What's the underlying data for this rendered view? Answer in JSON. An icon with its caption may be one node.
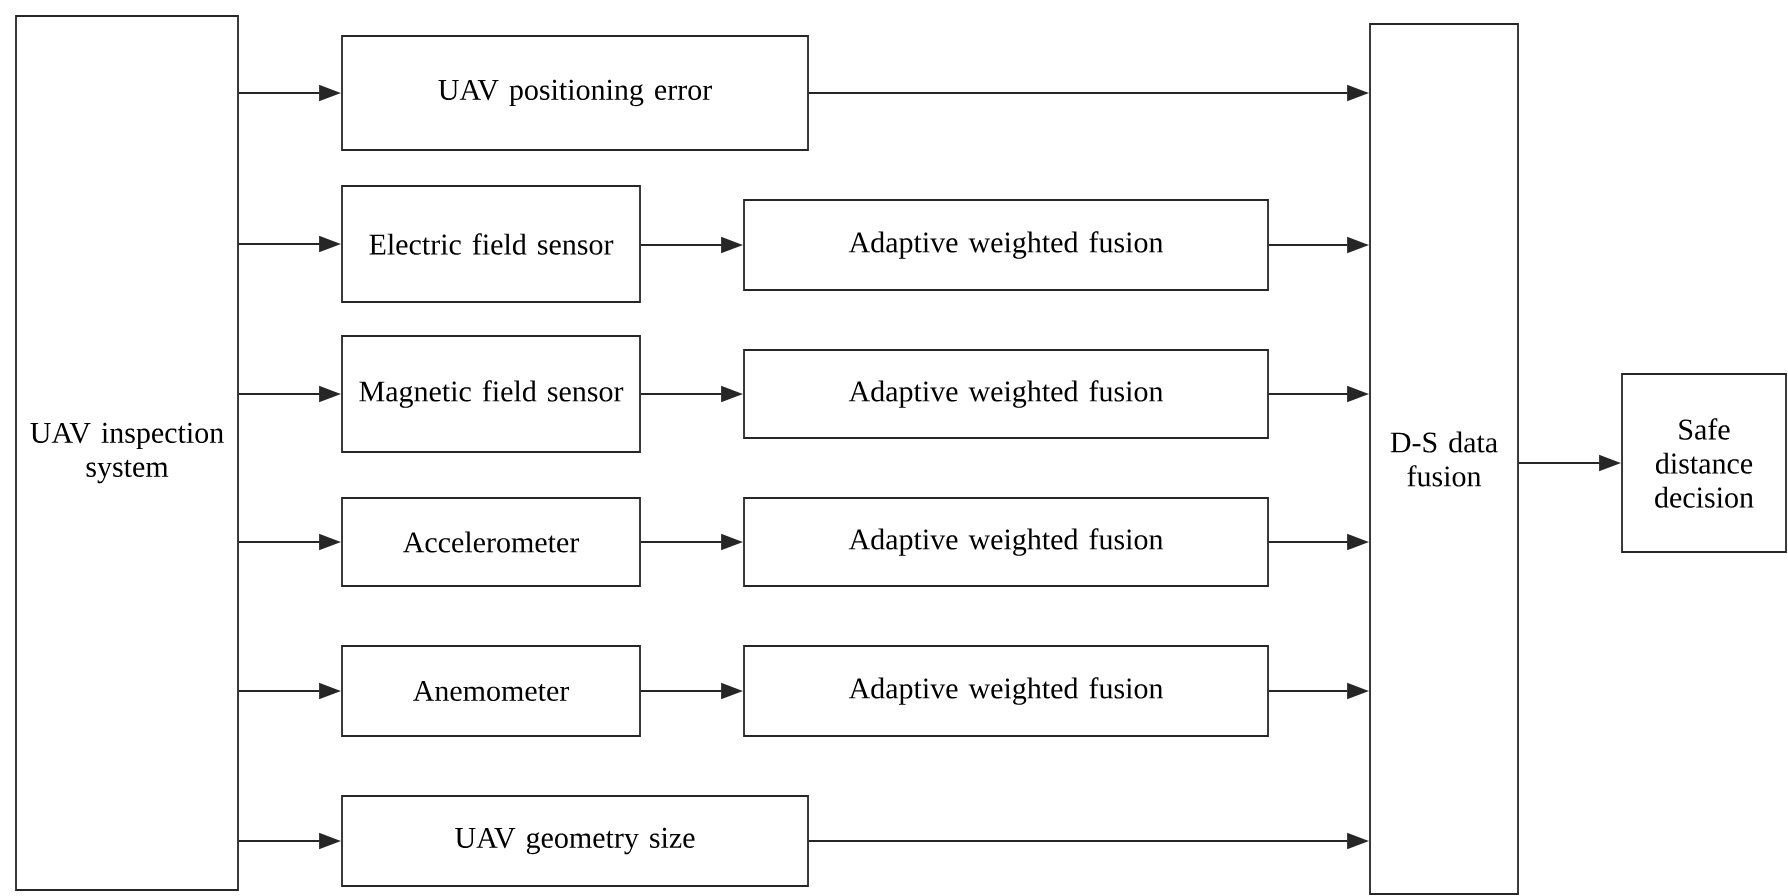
{
  "diagram": {
    "nodes": [
      {
        "text": [
          "UAV inspection system"
        ]
      },
      {
        "text": [
          "UAV positioning error"
        ]
      },
      {
        "text": [
          "Electric field sensor"
        ]
      },
      {
        "text": [
          "Adaptive weighted fusion"
        ]
      },
      {
        "text": [
          "Magnetic field sensor"
        ]
      },
      {
        "text": [
          "Adaptive weighted fusion"
        ]
      },
      {
        "text": [
          "Accelerometer"
        ]
      },
      {
        "text": [
          "Adaptive weighted fusion"
        ]
      },
      {
        "text": [
          "Anemometer"
        ]
      },
      {
        "text": [
          "Adaptive weighted fusion"
        ]
      },
      {
        "text": [
          "UAV geometry size"
        ]
      },
      {
        "text": [
          "D-S data fusion"
        ]
      },
      {
        "text": [
          "Safe distance decision"
        ]
      }
    ],
    "edges": [
      {
        "from": 0,
        "to": 1,
        "arrow": "to"
      },
      {
        "from": 0,
        "to": 2,
        "arrow": "to"
      },
      {
        "from": 2,
        "to": 3,
        "arrow": "to"
      },
      {
        "from": 0,
        "to": 4,
        "arrow": "to"
      },
      {
        "from": 4,
        "to": 5,
        "arrow": "to"
      },
      {
        "from": 0,
        "to": 6,
        "arrow": "to"
      },
      {
        "from": 6,
        "to": 7,
        "arrow": "to"
      },
      {
        "from": 0,
        "to": 8,
        "arrow": "to"
      },
      {
        "from": 8,
        "to": 9,
        "arrow": "to"
      },
      {
        "from": 0,
        "to": 10,
        "arrow": "to"
      },
      {
        "from": 1,
        "to": 11,
        "arrow": "to"
      },
      {
        "from": 3,
        "to": 11,
        "arrow": "to"
      },
      {
        "from": 5,
        "to": 11,
        "arrow": "to"
      },
      {
        "from": 7,
        "to": 11,
        "arrow": "to"
      },
      {
        "from": 9,
        "to": 11,
        "arrow": "to"
      },
      {
        "from": 10,
        "to": 11,
        "arrow": "to"
      },
      {
        "from": 11,
        "to": 12,
        "arrow": "to"
      }
    ]
  }
}
